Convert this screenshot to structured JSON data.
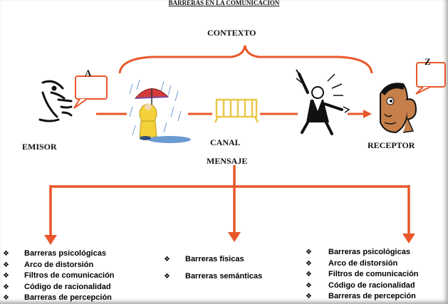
{
  "title": "BARRERAS EN LA COMUNICACIÓN",
  "context_label": "CONTEXTO",
  "emisor_label": "EMISOR",
  "receptor_label": "RECEPTOR",
  "canal_label": "CANAL",
  "mensaje_label": "MENSAJE",
  "speech_bubble_a": "A",
  "speech_bubble_z": "Z",
  "bullet_symbol": "❖",
  "left_barriers": [
    "Barreras psicológicas",
    "Arco de distorsión",
    "Filtros de comunicación",
    "Código de racionalidad",
    "Barreras de percepción"
  ],
  "middle_barriers": [
    "Barreras físicas",
    "Barreras semánticas"
  ],
  "right_barriers": [
    "Barreras psicológicas",
    "Arco de distorsión",
    "Filtros de comunicación",
    "Código de racionalidad",
    "Barreras de percepción"
  ],
  "colors": {
    "accent": "#E8572A",
    "text": "#111111",
    "fence": "#E9C84A",
    "umbrella": "#D23A3A",
    "rain": "#6B9BD2"
  }
}
